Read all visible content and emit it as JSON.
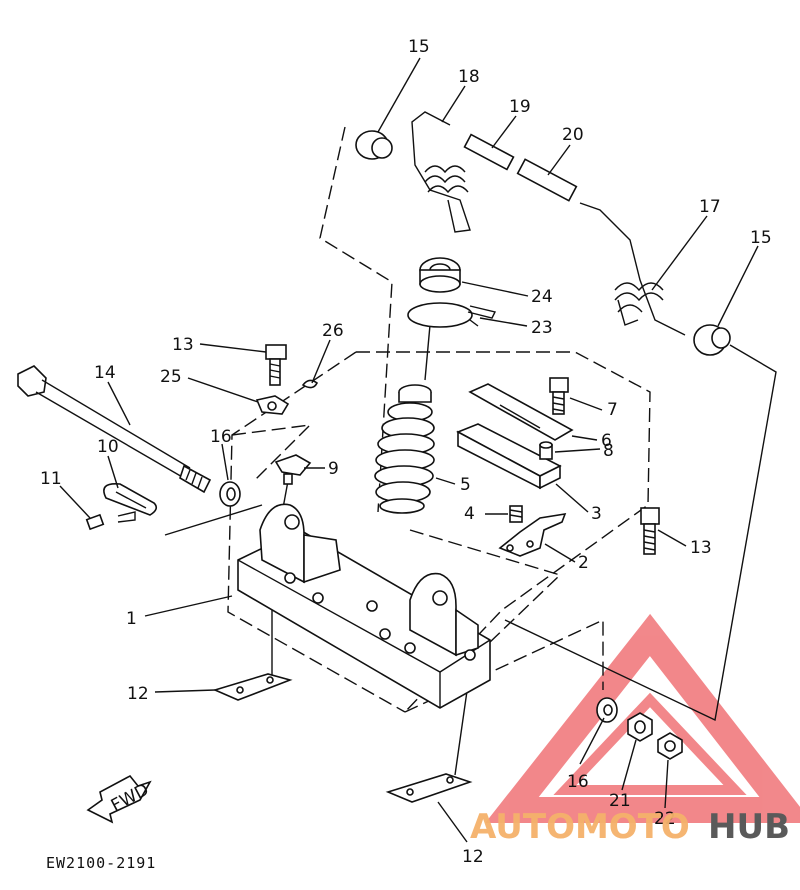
{
  "callouts": [
    {
      "id": "c15a",
      "label": "15"
    },
    {
      "id": "c18",
      "label": "18"
    },
    {
      "id": "c19",
      "label": "19"
    },
    {
      "id": "c20",
      "label": "20"
    },
    {
      "id": "c17",
      "label": "17"
    },
    {
      "id": "c15b",
      "label": "15"
    },
    {
      "id": "c24",
      "label": "24"
    },
    {
      "id": "c23",
      "label": "23"
    },
    {
      "id": "c13a",
      "label": "13"
    },
    {
      "id": "c26",
      "label": "26"
    },
    {
      "id": "c14",
      "label": "14"
    },
    {
      "id": "c25",
      "label": "25"
    },
    {
      "id": "c7",
      "label": "7"
    },
    {
      "id": "c6",
      "label": "6"
    },
    {
      "id": "c16a",
      "label": "16"
    },
    {
      "id": "c9",
      "label": "9"
    },
    {
      "id": "c10",
      "label": "10"
    },
    {
      "id": "c8",
      "label": "8"
    },
    {
      "id": "c5",
      "label": "5"
    },
    {
      "id": "c11",
      "label": "11"
    },
    {
      "id": "c3",
      "label": "3"
    },
    {
      "id": "c4",
      "label": "4"
    },
    {
      "id": "c13b",
      "label": "13"
    },
    {
      "id": "c2",
      "label": "2"
    },
    {
      "id": "c1",
      "label": "1"
    },
    {
      "id": "c12a",
      "label": "12"
    },
    {
      "id": "c16b",
      "label": "16"
    },
    {
      "id": "c21",
      "label": "21"
    },
    {
      "id": "c22",
      "label": "22"
    },
    {
      "id": "c12b",
      "label": "12"
    }
  ],
  "fwd_label": "FWD",
  "diagram_code": "EW2100-2191",
  "watermark": {
    "part1": "AUTOMOTO",
    "part2": "HUB",
    "color_primary": "#e8262b",
    "color_secondary": "#f5b26b",
    "color_dark": "#5a5a5a"
  }
}
